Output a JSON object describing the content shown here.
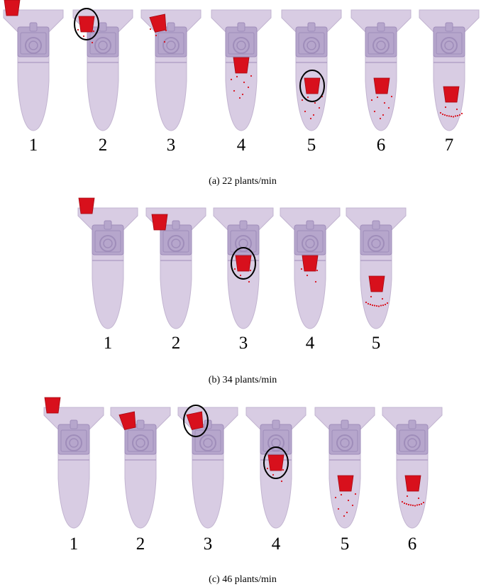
{
  "panels": [
    {
      "caption": "(a) 22 plants/min",
      "frames": [
        {
          "label": "1",
          "circled": false,
          "seedling_stage": "above-hopper",
          "soil": "none"
        },
        {
          "label": "2",
          "circled": true,
          "seedling_stage": "in-hopper",
          "soil": "few"
        },
        {
          "label": "3",
          "circled": false,
          "seedling_stage": "in-hopper-tilted",
          "soil": "few"
        },
        {
          "label": "4",
          "circled": false,
          "seedling_stage": "mid-tube",
          "soil": "scattered"
        },
        {
          "label": "5",
          "circled": true,
          "seedling_stage": "lower-tube",
          "soil": "scattered"
        },
        {
          "label": "6",
          "circled": false,
          "seedling_stage": "lower-tube",
          "soil": "scattered"
        },
        {
          "label": "7",
          "circled": false,
          "seedling_stage": "bottom",
          "soil": "pile"
        }
      ]
    },
    {
      "caption": "(b) 34 plants/min",
      "frames": [
        {
          "label": "1",
          "circled": false,
          "seedling_stage": "above-hopper",
          "soil": "none"
        },
        {
          "label": "2",
          "circled": false,
          "seedling_stage": "in-hopper",
          "soil": "none"
        },
        {
          "label": "3",
          "circled": true,
          "seedling_stage": "mid-tube",
          "soil": "few"
        },
        {
          "label": "4",
          "circled": false,
          "seedling_stage": "mid-tube",
          "soil": "few"
        },
        {
          "label": "5",
          "circled": false,
          "seedling_stage": "lower-tube",
          "soil": "pile"
        }
      ]
    },
    {
      "caption": "(c)  46 plants/min",
      "frames": [
        {
          "label": "1",
          "circled": false,
          "seedling_stage": "above-hopper",
          "soil": "none"
        },
        {
          "label": "2",
          "circled": false,
          "seedling_stage": "in-hopper-tilted",
          "soil": "none"
        },
        {
          "label": "3",
          "circled": true,
          "seedling_stage": "in-hopper-tilted",
          "soil": "none"
        },
        {
          "label": "4",
          "circled": true,
          "seedling_stage": "mid-tube",
          "soil": "few"
        },
        {
          "label": "5",
          "circled": false,
          "seedling_stage": "lower-tube",
          "soil": "scattered"
        },
        {
          "label": "6",
          "circled": false,
          "seedling_stage": "lower-tube",
          "soil": "pile"
        }
      ]
    }
  ],
  "colors": {
    "body": "#d8cce3",
    "body_stroke": "#c2b4d0",
    "block": "#b6a6cc",
    "block_dark": "#9f8dba",
    "seedling": "#d8101c",
    "seedling_dark": "#a30812",
    "circle": "#000000"
  }
}
